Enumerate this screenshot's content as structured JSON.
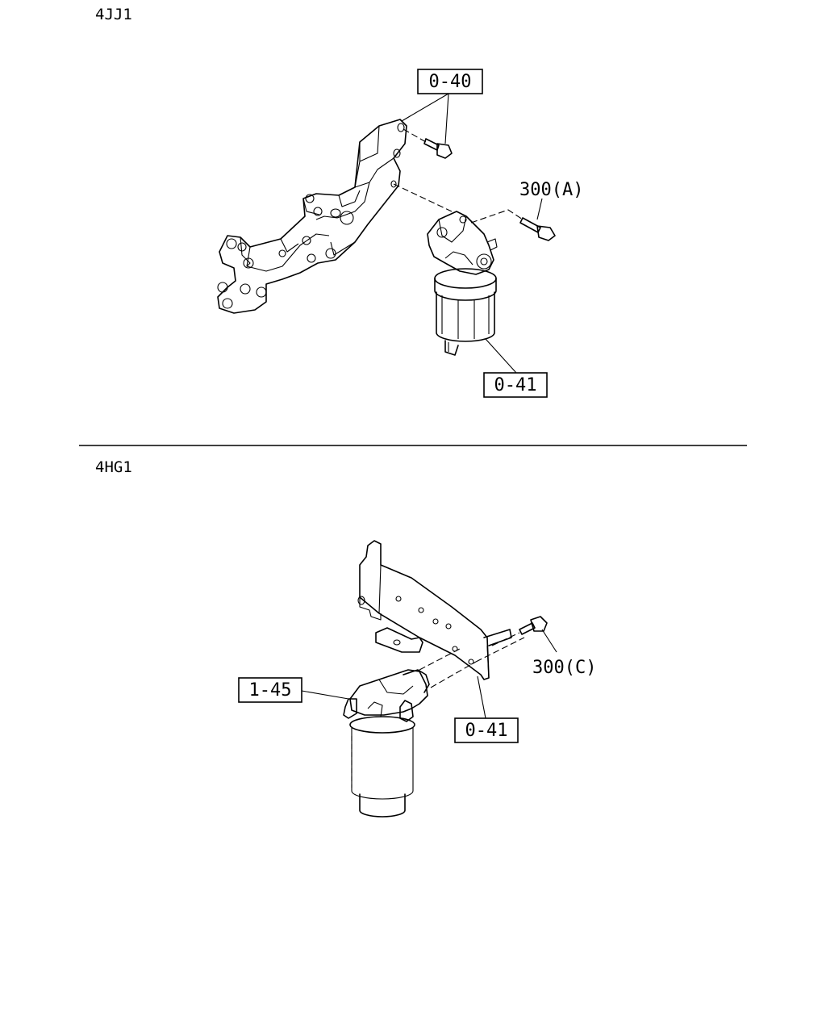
{
  "sections": [
    {
      "engine_label": "4JJ1",
      "callouts": {
        "bolt_top": "0-40",
        "bolt_right": "300(A)",
        "filter": "0-41"
      }
    },
    {
      "engine_label": "4HG1",
      "callouts": {
        "filter": "1-45",
        "bolt_right": "300(C)",
        "bracket": "0-41"
      }
    }
  ],
  "colors": {
    "ink": "#000000",
    "paper": "#ffffff"
  }
}
